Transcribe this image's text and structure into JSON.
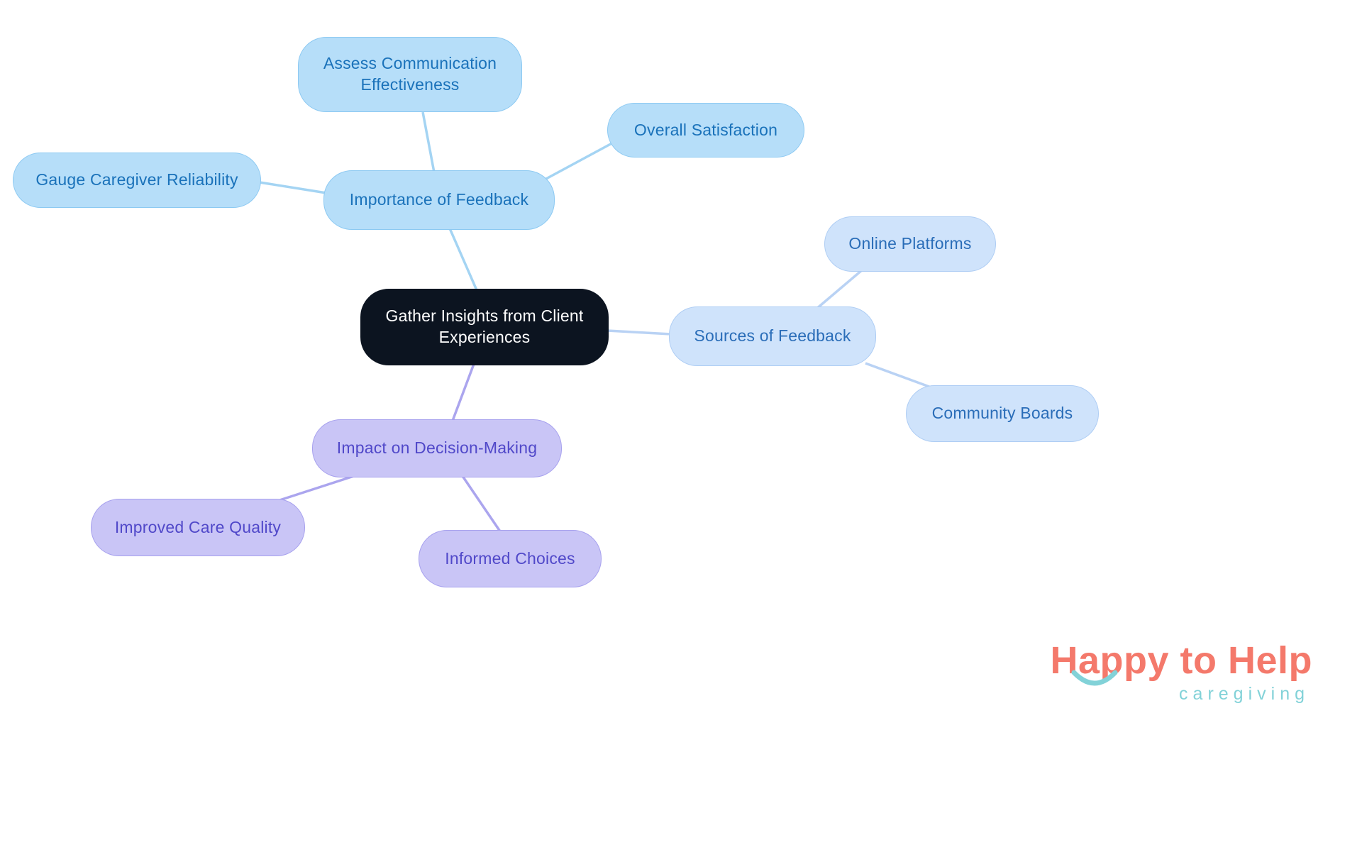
{
  "mindmap": {
    "center": {
      "label": "Gather Insights from Client Experiences"
    },
    "branch_importance": {
      "label": "Importance of Feedback",
      "children": {
        "assess": "Assess Communication Effectiveness",
        "gauge": "Gauge Caregiver Reliability",
        "overall": "Overall Satisfaction"
      }
    },
    "branch_sources": {
      "label": "Sources of Feedback",
      "children": {
        "online": "Online Platforms",
        "community": "Community Boards"
      }
    },
    "branch_impact": {
      "label": "Impact on Decision-Making",
      "children": {
        "improved": "Improved Care Quality",
        "informed": "Informed Choices"
      }
    },
    "colors": {
      "center_fill": "#0c1420",
      "center_text": "#ffffff",
      "blue_fill": "#b6def9",
      "blue_text": "#1a72ba",
      "paleblue_fill": "#cfe3fb",
      "paleblue_text": "#2a6db8",
      "lavender_fill": "#c9c5f6",
      "lavender_text": "#5048c9",
      "edge_blue": "#a4d4f3",
      "edge_paleblue": "#b9d2f4",
      "edge_lavender": "#aba5ee"
    }
  },
  "logo": {
    "brand": "Happy to Help",
    "sub": "caregiving",
    "brand_color": "#f4796b",
    "sub_color": "#82d2d8"
  }
}
